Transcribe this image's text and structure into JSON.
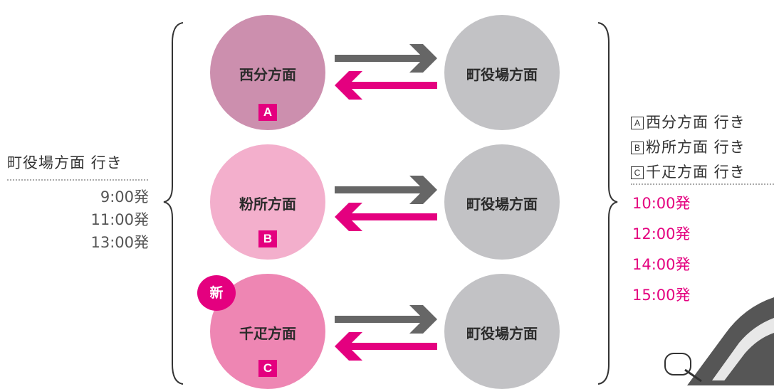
{
  "left_panel": {
    "title": "町役場方面 行き",
    "times": [
      "9:00発",
      "11:00発",
      "13:00発"
    ]
  },
  "routes": [
    {
      "origin": "西分方面",
      "badge": "A",
      "dest": "町役場方面",
      "color": "#cc8fae"
    },
    {
      "origin": "粉所方面",
      "badge": "B",
      "dest": "町役場方面",
      "color": "#f3afcc"
    },
    {
      "origin": "千疋方面",
      "badge": "C",
      "dest": "町役場方面",
      "color": "#ee86b3",
      "new_label": "新"
    }
  ],
  "right_panel": {
    "destinations": [
      {
        "letter": "A",
        "text": "西分方面 行き"
      },
      {
        "letter": "B",
        "text": "粉所方面 行き"
      },
      {
        "letter": "C",
        "text": "千疋方面 行き"
      }
    ],
    "times": [
      "10:00発",
      "12:00発",
      "14:00発",
      "15:00発"
    ]
  },
  "colors": {
    "accent": "#e4007f",
    "arrow_gray": "#666666",
    "dest_circle": "#c2c2c5",
    "car": "#565656"
  }
}
